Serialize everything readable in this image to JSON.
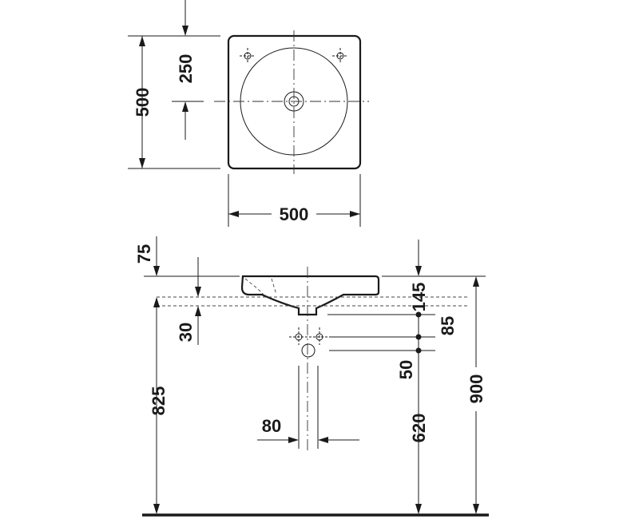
{
  "dimensions": {
    "top_view_height": "500",
    "top_view_center_offset": "250",
    "top_view_width": "500",
    "rim_thickness": "75",
    "rim_to_counter": "30",
    "bowl_depth": "145",
    "outlet_to_supply": "85",
    "supply_spacing": "50",
    "counter_height": "825",
    "supply_height": "620",
    "total_height": "900",
    "outlet_width": "80"
  },
  "colors": {
    "line": "#1a1a1a",
    "background": "#ffffff"
  }
}
